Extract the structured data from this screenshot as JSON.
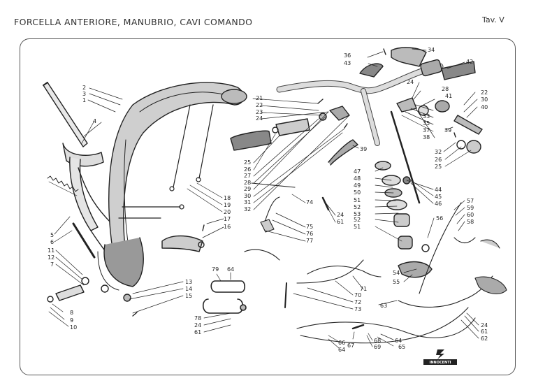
{
  "header": {
    "title": "FORCELLA ANTERIORE, MANUBRIO, CAVI COMANDO",
    "plate": "Tav. V"
  },
  "brand": {
    "logo_text": "INNOCENTI"
  },
  "callouts": {
    "n1": "1",
    "n2": "2",
    "n3": "3",
    "n4": "4",
    "n5": "5",
    "n6": "6",
    "n7": "7",
    "n8": "8",
    "n9": "9",
    "n10": "10",
    "n11": "11",
    "n12": "12",
    "n13": "13",
    "n14": "14",
    "n15": "15",
    "n16": "16",
    "n17": "17",
    "n18": "18",
    "n19": "19",
    "n20": "20",
    "n21": "21",
    "n22": "22",
    "n23": "23",
    "n24": "24",
    "n25": "25",
    "n26": "26",
    "n27": "27",
    "n28": "28",
    "n29": "29",
    "n30": "30",
    "n31": "31",
    "n32": "32",
    "n33": "33",
    "n34": "34",
    "n35": "35",
    "n36": "36",
    "n37": "37",
    "n38": "38",
    "n39": "39",
    "n40": "40",
    "n41": "41",
    "n42": "42",
    "n43": "43",
    "n44": "44",
    "n45": "45",
    "n46": "46",
    "n47": "47",
    "n48": "48",
    "n49": "49",
    "n50": "50",
    "n51": "51",
    "n52": "52",
    "n53": "53",
    "n54": "54",
    "n55": "55",
    "n56": "56",
    "n57": "57",
    "n58": "58",
    "n59": "59",
    "n60": "60",
    "n61": "61",
    "n62": "62",
    "n63": "63",
    "n64": "64",
    "n65": "65",
    "n66": "66",
    "n67": "67",
    "n68": "68",
    "n69": "69",
    "n70": "70",
    "n71": "71",
    "n72": "72",
    "n73": "73",
    "n74": "74",
    "n75": "75",
    "n76": "76",
    "n77": "77",
    "n78": "78",
    "n79": "79"
  }
}
